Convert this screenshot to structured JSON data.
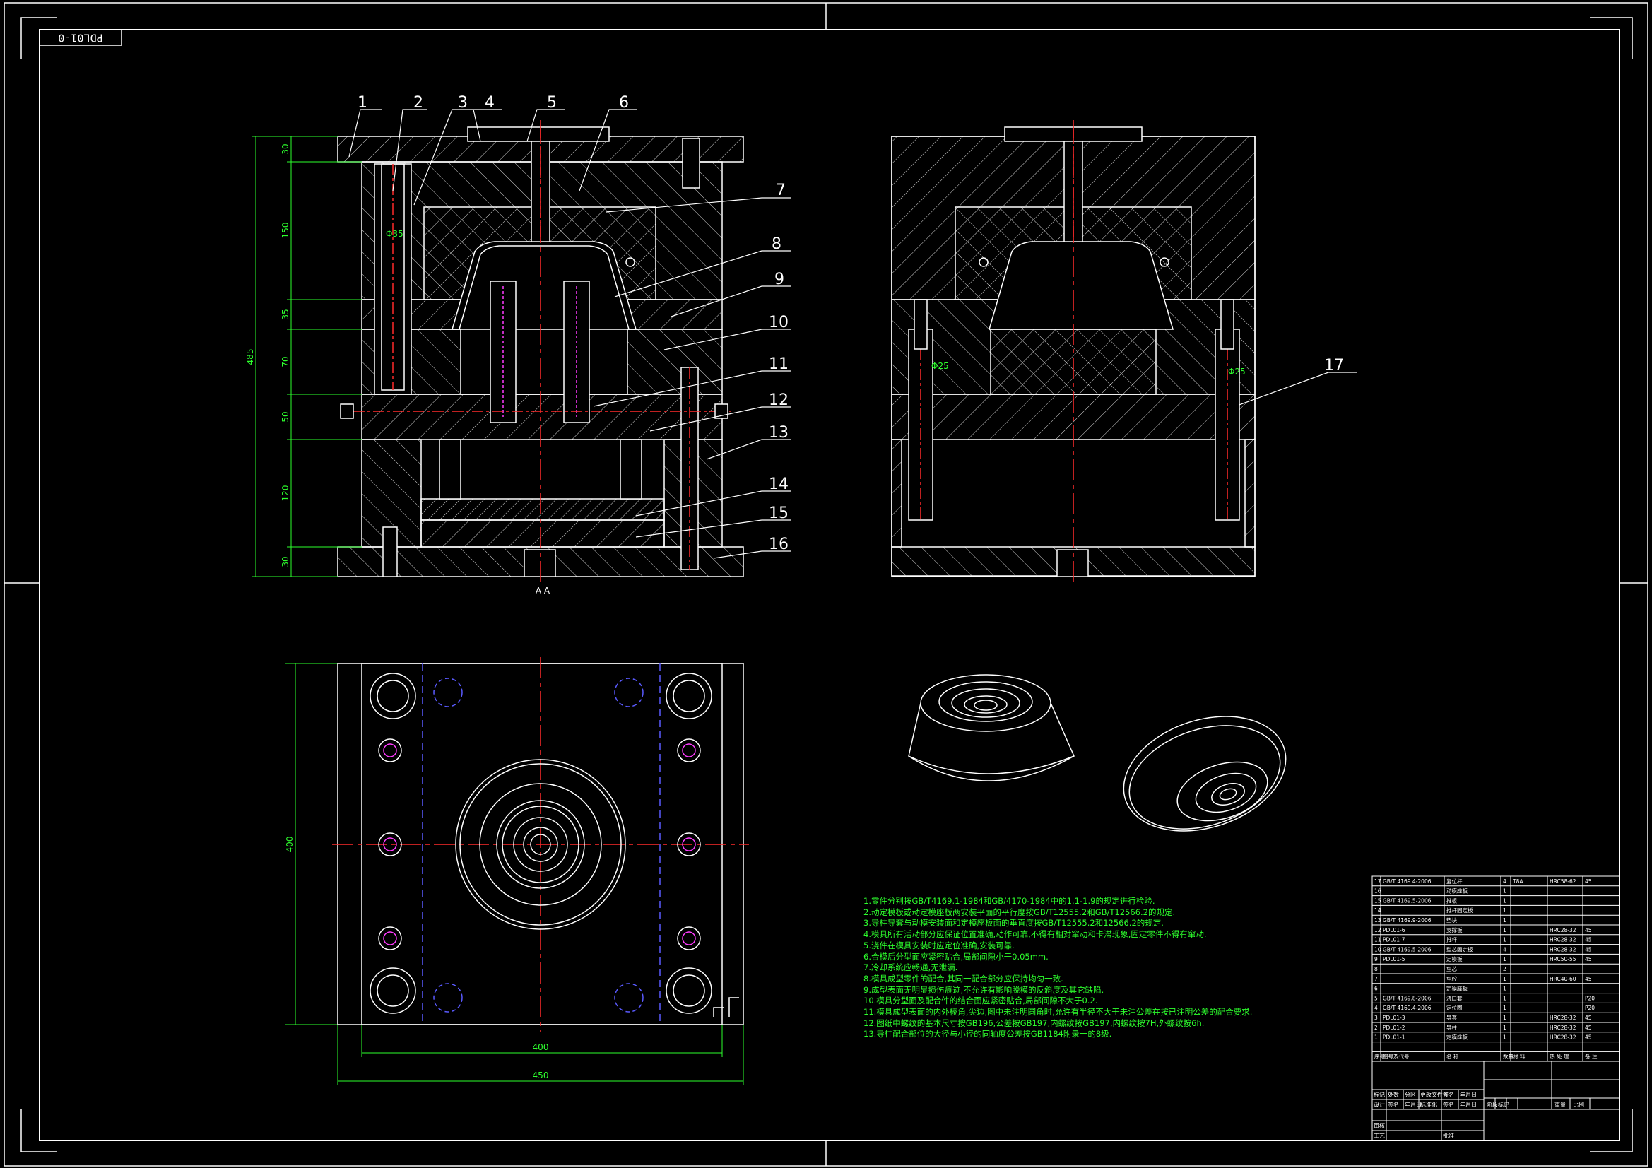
{
  "drawing_code": "PDL01-0",
  "section_label": "A-A",
  "balloons": [
    "1",
    "2",
    "3",
    "4",
    "5",
    "6",
    "7",
    "8",
    "9",
    "10",
    "11",
    "12",
    "13",
    "14",
    "15",
    "16",
    "17"
  ],
  "dims_left": [
    "30",
    "150",
    "35",
    "70",
    "50",
    "120",
    "30"
  ],
  "dim_total_height": "485",
  "dim_left_bottom_view": "400",
  "dim_bottom_inner": "400",
  "dim_bottom_outer": "450",
  "dim_dia_left": "Φ35",
  "dim_dia_right_a": "Φ25",
  "dim_dia_right_b": "Φ25",
  "notes": [
    "1.零件分别按GB/T4169.1-1984和GB/4170-1984中的1.1-1.9的规定进行检验.",
    "2.动定模板或动定模座板两安装平面的平行度按GB/T12555.2和GB/T12566.2的规定.",
    "3.导柱导套与动模安装面和定模座板面的垂直度按GB/T12555.2和12566.2的规定.",
    "4.模具所有活动部分应保证位置准确,动作可靠,不得有相对窜动和卡滞现象,固定零件不得有窜动.",
    "5.浇件在模具安装时应定位准确,安装可靠.",
    "6.合模后分型面应紧密贴合,局部间隙小于0.05mm.",
    "7.冷却系统应畅通,无泄漏.",
    "8.模具成型零件的配合,其同一配合部分应保持均匀一致.",
    "9.成型表面无明显损伤痕迹,不允许有影响脱模的反斜度及其它缺陷.",
    "10.模具分型面及配合件的结合面应紧密贴合,局部间隙不大于0.2.",
    "11.模具成型表面的内外棱角,尖边,图中未注明圆角时,允许有半径不大于未注公差在按已注明公差的配合要求.",
    "12.图纸中螺纹的基本尺寸按GB196,公差按GB197,内螺纹按GB197,内螺纹按7H,外螺纹按6h.",
    "13.导柱配合部位的大径与小径的同轴度公差按GB1184附录一的8级."
  ],
  "bom": {
    "rows": [
      {
        "no": "17",
        "code": "GB/T 4169.4-2006",
        "name": "复位杆",
        "qty": "4",
        "mat": "T8A",
        "heat": "HRC58-62",
        "note": "45"
      },
      {
        "no": "16",
        "code": "",
        "name": "动模座板",
        "qty": "1",
        "mat": "",
        "heat": "",
        "note": ""
      },
      {
        "no": "15",
        "code": "GB/T 4169.5-2006",
        "name": "推板",
        "qty": "1",
        "mat": "",
        "heat": "",
        "note": ""
      },
      {
        "no": "14",
        "code": "",
        "name": "推杆固定板",
        "qty": "1",
        "mat": "",
        "heat": "",
        "note": ""
      },
      {
        "no": "13",
        "code": "GB/T 4169.9-2006",
        "name": "垫块",
        "qty": "1",
        "mat": "",
        "heat": "",
        "note": ""
      },
      {
        "no": "12",
        "code": "PDL01-6",
        "name": "支撑板",
        "qty": "1",
        "mat": "",
        "heat": "HRC28-32",
        "note": "45"
      },
      {
        "no": "11",
        "code": "PDL01-7",
        "name": "推杆",
        "qty": "1",
        "mat": "",
        "heat": "HRC28-32",
        "note": "45"
      },
      {
        "no": "10",
        "code": "GB/T 4169.5-2006",
        "name": "型芯固定板",
        "qty": "4",
        "mat": "",
        "heat": "HRC28-32",
        "note": "45"
      },
      {
        "no": "9",
        "code": "PDL01-5",
        "name": "定模板",
        "qty": "1",
        "mat": "",
        "heat": "HRC50-55",
        "note": "45"
      },
      {
        "no": "8",
        "code": "",
        "name": "型芯",
        "qty": "2",
        "mat": "",
        "heat": "",
        "note": ""
      },
      {
        "no": "7",
        "code": "",
        "name": "型腔",
        "qty": "1",
        "mat": "",
        "heat": "HRC40-60",
        "note": "45"
      },
      {
        "no": "6",
        "code": "",
        "name": "定模座板",
        "qty": "1",
        "mat": "",
        "heat": "",
        "note": ""
      },
      {
        "no": "5",
        "code": "GB/T 4169.8-2006",
        "name": "浇口套",
        "qty": "1",
        "mat": "",
        "heat": "",
        "note": "P20"
      },
      {
        "no": "4",
        "code": "GB/T 4169.4-2006",
        "name": "定位圈",
        "qty": "1",
        "mat": "",
        "heat": "",
        "note": "P20"
      },
      {
        "no": "3",
        "code": "PDL01-3",
        "name": "导套",
        "qty": "1",
        "mat": "",
        "heat": "HRC28-32",
        "note": "45"
      },
      {
        "no": "2",
        "code": "PDL01-2",
        "name": "导柱",
        "qty": "1",
        "mat": "",
        "heat": "HRC28-32",
        "note": "45"
      },
      {
        "no": "1",
        "code": "PDL01-1",
        "name": "定模座板",
        "qty": "1",
        "mat": "",
        "heat": "HRC28-32",
        "note": "45"
      }
    ],
    "header": {
      "no": "序号",
      "code": "图号及代号",
      "name": "名 称",
      "qty": "数量",
      "mat": "材 料",
      "heat": "热 处 理",
      "note": "备 注"
    }
  },
  "title_block": {
    "row1": [
      "标记",
      "处数",
      "分区",
      "更改文件号",
      "签名",
      "年月日"
    ],
    "row2": [
      "设计",
      "签名",
      "年月日",
      "标准化",
      "签名",
      "年月日"
    ],
    "row3": [
      "审核"
    ],
    "row4": [
      "工艺",
      "",
      "",
      "批准"
    ],
    "stage": "阶段标记",
    "weight": "重量",
    "scale": "比例"
  },
  "colors": {
    "background": "#000000",
    "line": "#ffffff",
    "center_line": "#ff2a2a",
    "dimension": "#2dff2d",
    "hidden": "#5a5aff",
    "thread": "#ff3cff",
    "notes": "#2dff2d"
  }
}
